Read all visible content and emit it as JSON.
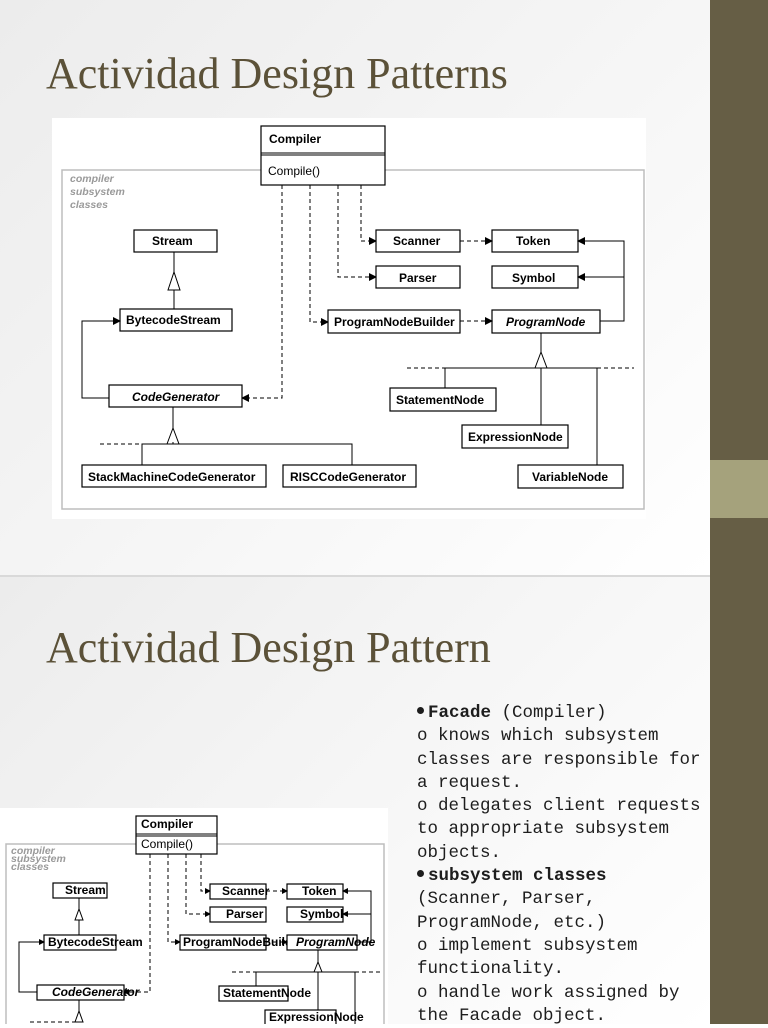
{
  "slide1": {
    "title": "Actividad Design Patterns"
  },
  "slide2": {
    "title": "Actividad Design Pattern"
  },
  "diagram": {
    "subsystem_label": [
      "compiler",
      "subsystem",
      "classes"
    ],
    "compiler": {
      "name": "Compiler",
      "method": "Compile()"
    },
    "stream": "Stream",
    "bytecode_stream": "BytecodeStream",
    "code_generator": "CodeGenerator",
    "stack_machine": "StackMachineCodeGenerator",
    "risc": "RISCCodeGenerator",
    "scanner": "Scanner",
    "token": "Token",
    "parser": "Parser",
    "symbol": "Symbol",
    "program_node_builder": "ProgramNodeBuilder",
    "program_node": "ProgramNode",
    "statement_node": "StatementNode",
    "expression_node": "ExpressionNode",
    "variable_node": "VariableNode"
  },
  "bullets": {
    "facade_term": "Facade",
    "facade_rest": " (Compiler)",
    "facade_1": "o knows which subsystem classes are responsible for a request.",
    "facade_2": "o delegates client requests to appropriate subsystem objects.",
    "subsystem_term": "subsystem classes",
    "subsystem_rest": " (Scanner, Parser, ProgramNode, etc.)",
    "subsystem_1": "o implement subsystem functionality.",
    "subsystem_2": "o handle work assigned by the Facade object."
  },
  "colors": {
    "sidebar": "#665e45",
    "sidebar_accent": "#a5a27c",
    "title": "#5b5138"
  }
}
